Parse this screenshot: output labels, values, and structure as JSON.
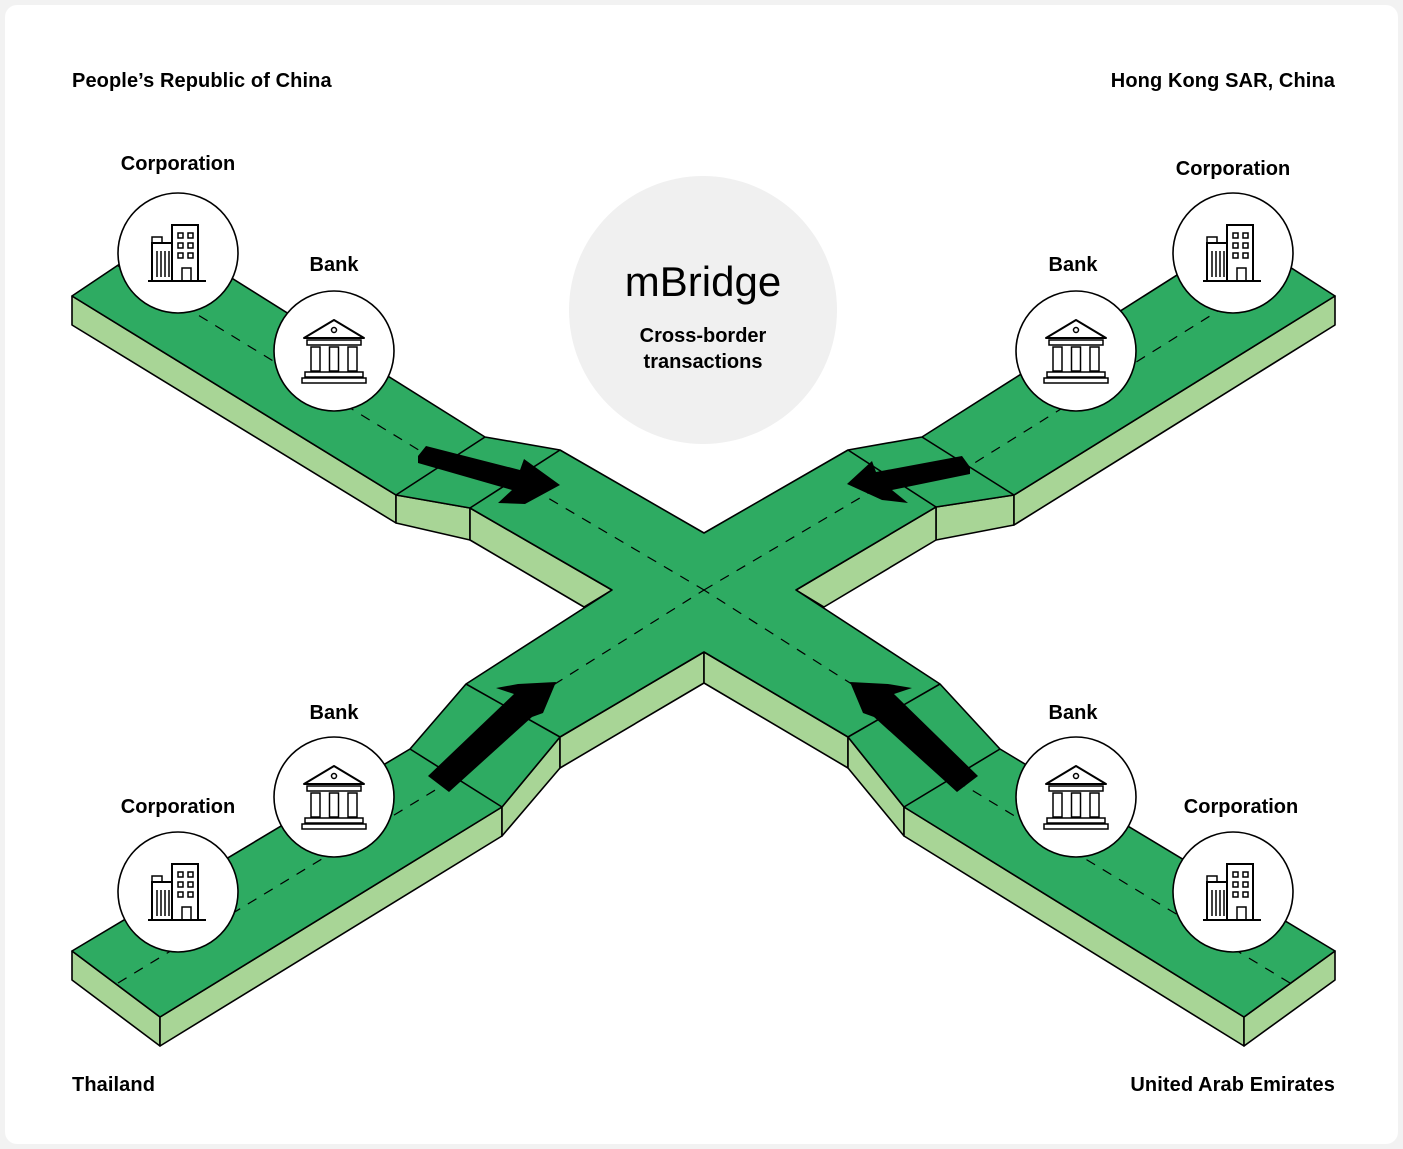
{
  "regions": {
    "top_left": "People’s Republic of China",
    "top_right": "Hong Kong SAR, China",
    "bottom_left": "Thailand",
    "bottom_right": "United Arab Emirates"
  },
  "hub": {
    "title": "mBridge",
    "subtitle_line1": "Cross-border",
    "subtitle_line2": "transactions"
  },
  "nodes": {
    "corporation": "Corporation",
    "bank": "Bank"
  },
  "icons": {
    "corporation": "office-building-icon",
    "bank": "bank-building-icon",
    "arrow": "flow-arrow-icon"
  },
  "colors": {
    "road_top": "#2eab62",
    "road_side": "#a8d596",
    "hub_circle": "#f0f0f0",
    "arrow": "#000000"
  }
}
